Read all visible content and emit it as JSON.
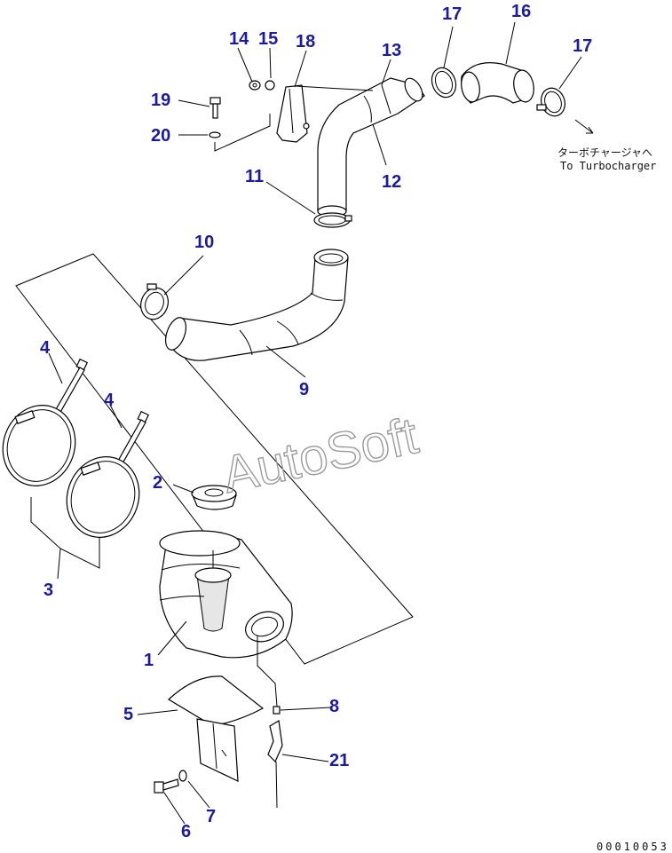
{
  "parts": {
    "p1": "1",
    "p2": "2",
    "p3": "3",
    "p4a": "4",
    "p4b": "4",
    "p5": "5",
    "p6": "6",
    "p7": "7",
    "p8": "8",
    "p9": "9",
    "p10": "10",
    "p11": "11",
    "p12": "12",
    "p13": "13",
    "p14": "14",
    "p15": "15",
    "p16": "16",
    "p17a": "17",
    "p17b": "17",
    "p18": "18",
    "p19": "19",
    "p20": "20",
    "p21": "21"
  },
  "note": {
    "japanese": "ターボチャージャへ",
    "english": "To Turbocharger"
  },
  "watermark": "AutoSoft",
  "drawing_number": "00010053",
  "colors": {
    "callout": "#1a1aa6",
    "line": "#000000",
    "watermark": "#9a9a9a"
  }
}
